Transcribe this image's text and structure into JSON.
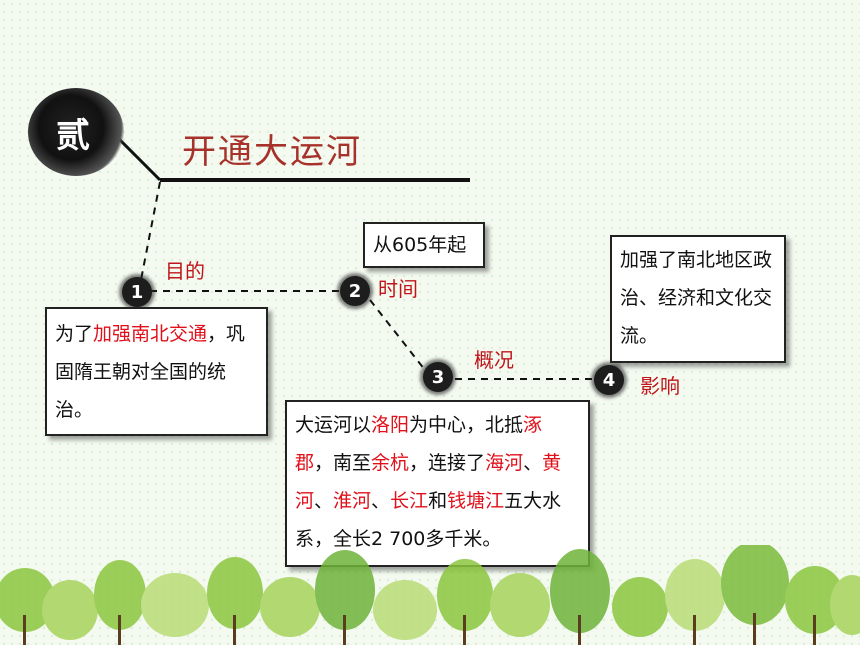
{
  "badge": "贰",
  "title": "开通大运河",
  "nodes": [
    "1",
    "2",
    "3",
    "4"
  ],
  "labels": {
    "purpose": "目的",
    "time": "时间",
    "overview": "概况",
    "influence": "影响"
  },
  "time_box": "从605年起",
  "purpose_box": {
    "t1": "为了",
    "t2": "加强南北交通",
    "t3": "，",
    "t4": "巩固隋王朝对全国的统治。"
  },
  "overview_box": {
    "a": "大运河以",
    "b": "洛阳",
    "c": "为中心，北抵",
    "d": "涿郡",
    "e": "，南至",
    "f": "余杭",
    "g": "，连接了",
    "h": "海河",
    "i": "、",
    "j": "黄河",
    "k": "、",
    "l": "淮河",
    "m": "、",
    "n": "长江",
    "o": "和",
    "p": "钱塘江",
    "q": "五大水系，全长2 700多千米。"
  },
  "influence_box": "加强了南北地区政治、经济和文化交流。",
  "colors": {
    "title": "#a6322b",
    "highlight": "#e0101a",
    "label": "#c0161b"
  }
}
